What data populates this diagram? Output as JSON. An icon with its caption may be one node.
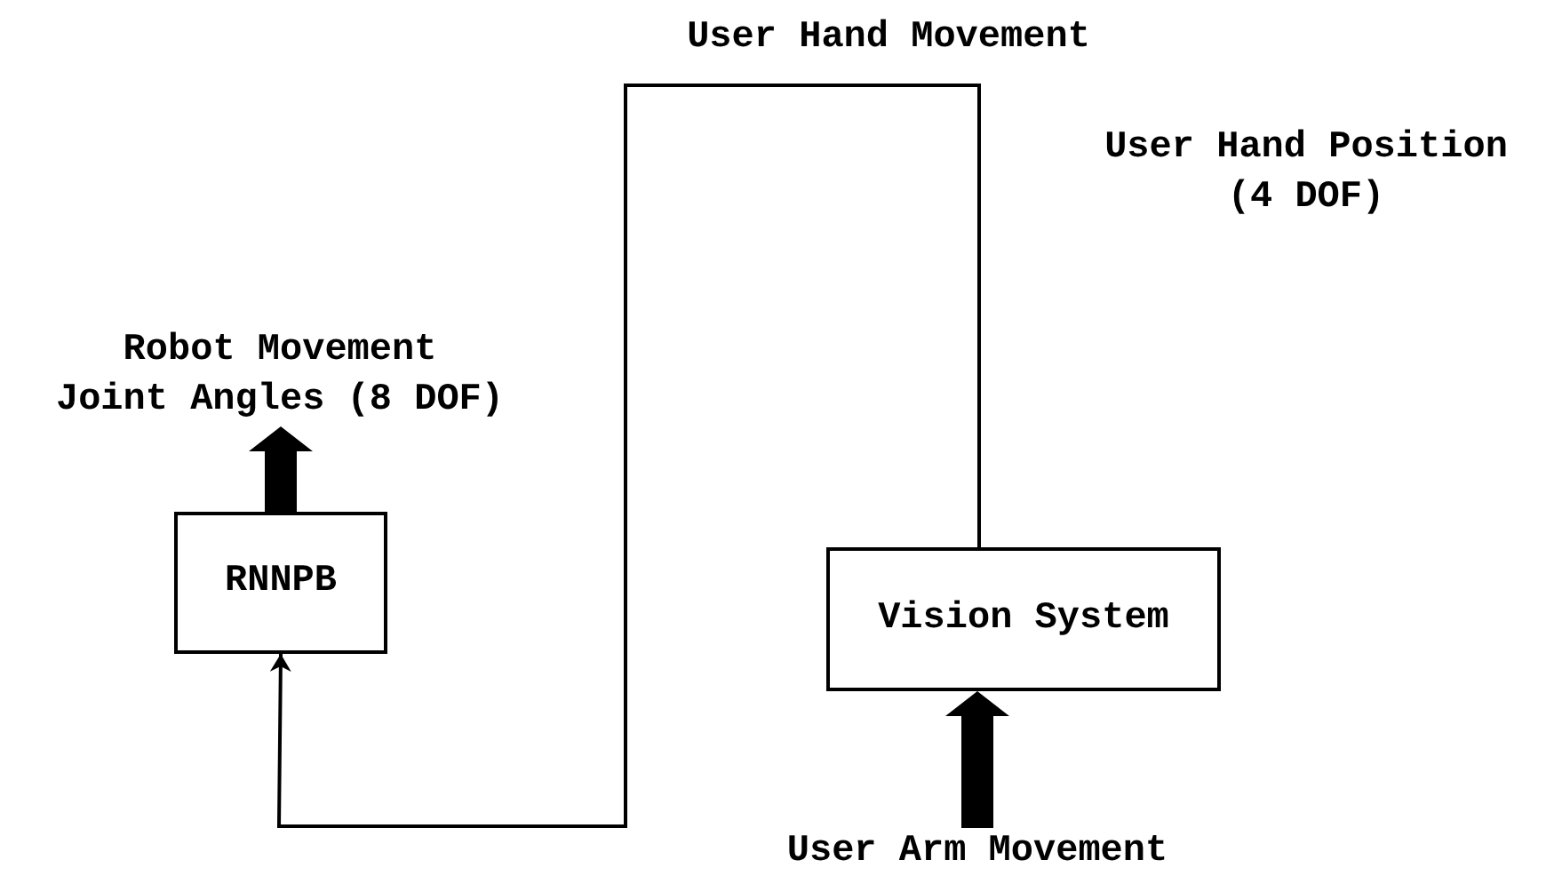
{
  "diagram": {
    "nodes": [
      {
        "text": [
          "Robot Movement Joint Angles (8 DOF)"
        ]
      },
      {
        "text": [
          "RNNPB"
        ]
      },
      {
        "text": [
          "Vision System"
        ]
      },
      {
        "text": [
          "User Arm Movement"
        ]
      }
    ],
    "edges": [
      {
        "from": 1,
        "to": 0,
        "arrow": "to",
        "style": "thick"
      },
      {
        "from": 3,
        "to": 2,
        "arrow": "to",
        "style": "thick"
      },
      {
        "from": 2,
        "to": 1,
        "arrow": "to",
        "label": "User Hand Movement"
      }
    ],
    "labels": [
      "User Hand Position (4 DOF)"
    ]
  }
}
